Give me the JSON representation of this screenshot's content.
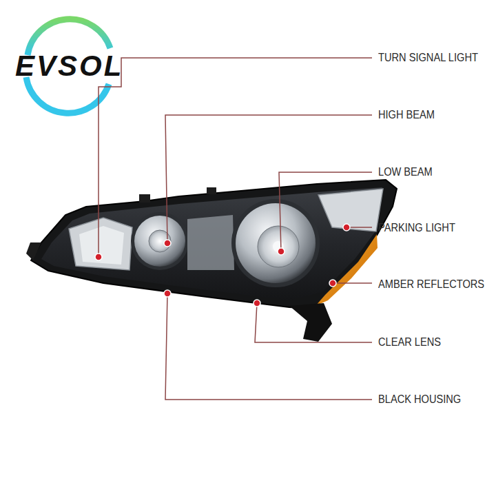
{
  "diagram": {
    "labels": [
      "EVSOL",
      "TURN SIGNAL LIGHT",
      "HIGH BEAM",
      "LOW BEAM",
      "PARKING LIGHT",
      "AMBER REFLECTORS",
      "CLEAR LENS",
      "BLACK HOUSING"
    ]
  }
}
